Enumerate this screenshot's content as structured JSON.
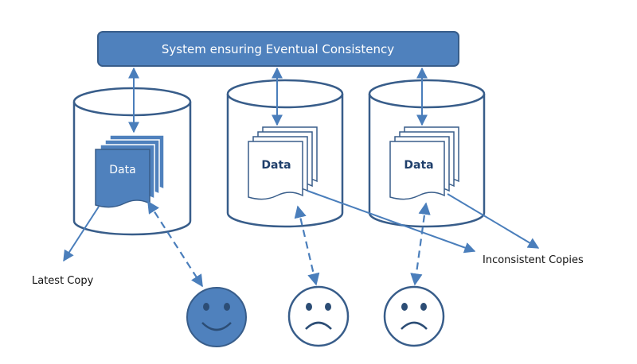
{
  "banner": {
    "label": "System ensuring Eventual Consistency"
  },
  "nodes": [
    {
      "doc_label": "Data",
      "state": "latest"
    },
    {
      "doc_label": "Data",
      "state": "inconsistent"
    },
    {
      "doc_label": "Data",
      "state": "inconsistent"
    }
  ],
  "annotations": {
    "latest_copy": "Latest Copy",
    "inconsistent_copies": "Inconsistent Copies"
  },
  "users": [
    {
      "mood": "happy"
    },
    {
      "mood": "sad"
    },
    {
      "mood": "sad"
    }
  ],
  "colors": {
    "primary": "#4f81bd",
    "outline": "#385d8a",
    "line": "#4a7ebb",
    "document_latest_fill": "#4f81bd",
    "document_stale_fill": "#ffffff"
  }
}
